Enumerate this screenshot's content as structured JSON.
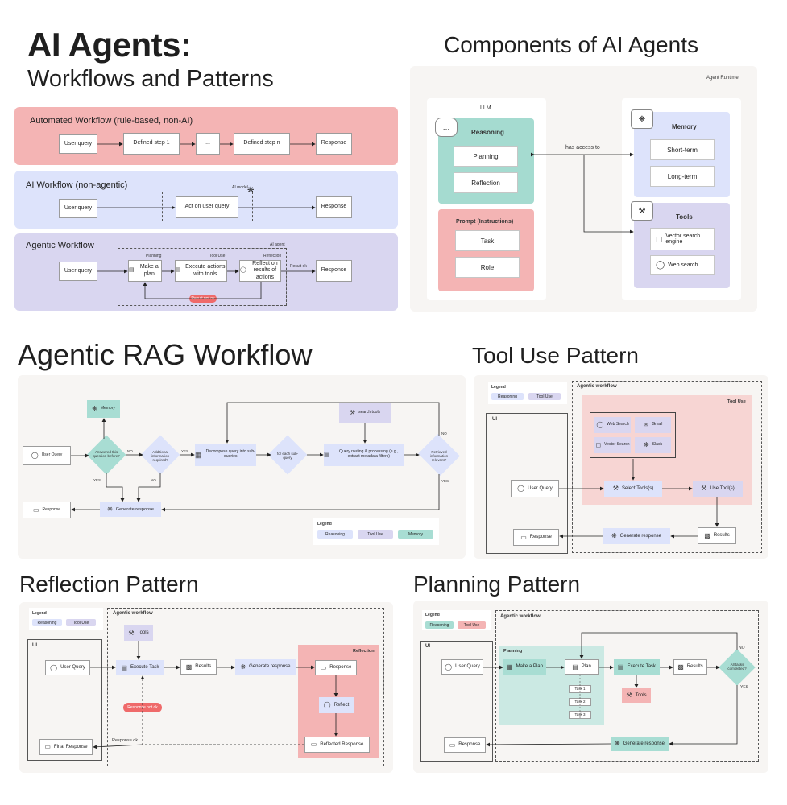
{
  "title": {
    "main": "AI Agents:",
    "sub": "Workflows and Patterns"
  },
  "workflows": {
    "automated": {
      "title": "Automated Workflow (rule-based, non-AI)",
      "steps": [
        "User query",
        "Defined step 1",
        "...",
        "Defined step n",
        "Response"
      ]
    },
    "ai": {
      "title": "AI Workflow (non-agentic)",
      "steps": [
        "User query",
        "Act on user query",
        "Response"
      ],
      "tag": "AI model"
    },
    "agentic": {
      "title": "Agentic Workflow",
      "tag": "AI agent",
      "steps": [
        "User query",
        "Make a plan",
        "Execute actions with tools",
        "Reflect on results of actions",
        "Response"
      ],
      "labels": [
        "Planning",
        "Tool Use",
        "Reflection",
        "Result ok"
      ],
      "result_not_ok": "Result not ok"
    }
  },
  "components": {
    "title": "Components of AI Agents",
    "runtime": "Agent Runtime",
    "llm": "LLM",
    "reasoning": {
      "title": "Reasoning",
      "items": [
        "Planning",
        "Reflection"
      ]
    },
    "prompt": {
      "title": "Prompt (Instructions)",
      "items": [
        "Task",
        "Role"
      ]
    },
    "access": "has access to",
    "memory": {
      "title": "Memory",
      "items": [
        "Short-term",
        "Long-term"
      ]
    },
    "tools": {
      "title": "Tools",
      "items": [
        "Vector search engine",
        "Web search"
      ]
    }
  },
  "rag": {
    "title": "Agentic RAG Workflow",
    "memory": "Memory",
    "user_query": "User Query",
    "d1": "Answered this question before?",
    "d2": "Additional information required?",
    "decompose": "Decompose query into sub-queries",
    "d3": "for each sub-query",
    "route": "Query routing & processing (e.g., extract metadata filters)",
    "search": "search tools",
    "d4": "Retrieved information relevant?",
    "generate": "Generate response",
    "response": "Response",
    "yes": "YES",
    "no": "NO",
    "legend": {
      "title": "Legend",
      "items": [
        "Reasoning",
        "Tool Use",
        "Memory"
      ]
    }
  },
  "tooluse": {
    "title": "Tool Use Pattern",
    "legend": {
      "title": "Legend",
      "items": [
        "Reasoning",
        "Tool Use"
      ]
    },
    "agentic": "Agentic workflow",
    "tool_use": "Tool Use",
    "ui": "UI",
    "tools": [
      "Web Search",
      "Gmail",
      "Vector Search",
      "Slack"
    ],
    "user_query": "User Query",
    "select": "Select Tools(s)",
    "use": "Use Tool(s)",
    "results": "Results",
    "generate": "Generate response",
    "response": "Response"
  },
  "reflection": {
    "title": "Reflection Pattern",
    "legend": {
      "title": "Legend",
      "items": [
        "Reasoning",
        "Tool Use"
      ]
    },
    "agentic": "Agentic workflow",
    "ui": "UI",
    "reflection": "Reflection",
    "tools": "Tools",
    "user_query": "User Query",
    "execute": "Execute Task",
    "results": "Results",
    "generate": "Generate response",
    "response": "Response",
    "reflect": "Reflect",
    "not_ok": "Response not ok",
    "ok": "Response ok",
    "reflected": "Reflected Response",
    "final": "Final Response"
  },
  "planning": {
    "title": "Planning Pattern",
    "legend": {
      "title": "Legend",
      "items": [
        "Reasoning",
        "Tool Use"
      ]
    },
    "agentic": "Agentic workflow",
    "ui": "UI",
    "planning": "Planning",
    "user_query": "User Query",
    "make_plan": "Make a Plan",
    "plan": "Plan",
    "tasks": [
      "Task 1",
      "Task 2",
      "Task 3"
    ],
    "execute": "Execute Task",
    "tools": "Tools",
    "results": "Results",
    "done": "All tasks completed?",
    "no": "NO",
    "yes": "YES",
    "generate": "Generate response",
    "response": "Response"
  },
  "colors": {
    "red": "#f4b4b4",
    "blue": "#dde3fb",
    "purple": "#d9d6f0",
    "teal": "#a5dbd0",
    "memory": "#a8ddd3",
    "grey": "#f7f5f3"
  }
}
